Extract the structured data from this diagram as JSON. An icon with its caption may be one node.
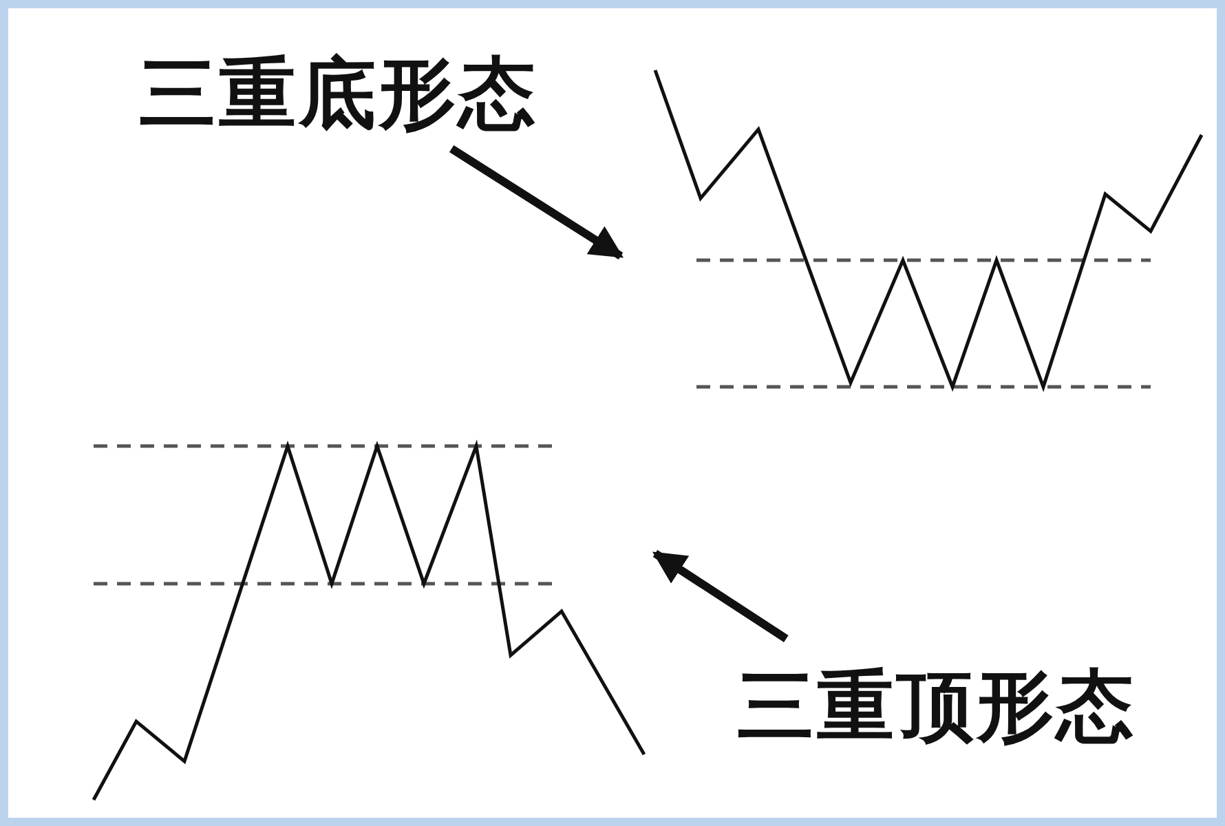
{
  "diagram": {
    "nodes": [
      {
        "text": [
          "三重底形态"
        ]
      },
      {
        "text": [],
        "shape": "picture"
      },
      {
        "text": [],
        "shape": "picture"
      },
      {
        "text": [
          "三重顶形态"
        ]
      }
    ],
    "edges": [
      {
        "from": 0,
        "to": 1,
        "arrow": "to"
      },
      {
        "from": 3,
        "to": 2,
        "arrow": "to"
      }
    ]
  }
}
